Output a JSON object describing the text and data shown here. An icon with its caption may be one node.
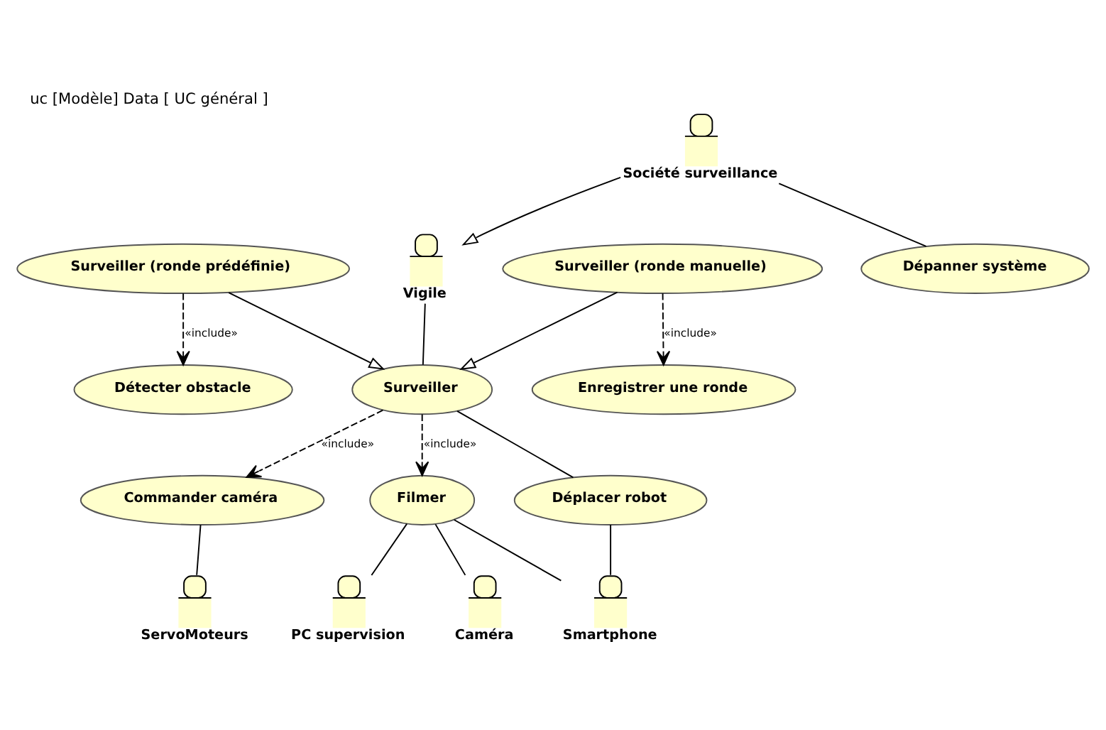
{
  "diagram": {
    "title": "uc [Modèle] Data [ UC général ]",
    "nodes": [
      {
        "text": [
          "Commander caméra"
        ]
      },
      {
        "text": [
          "ServoMoteurs"
        ]
      },
      {
        "text": [
          "Filmer"
        ]
      },
      {
        "text": [
          "Vigile"
        ]
      },
      {
        "text": [
          "Caméra"
        ]
      },
      {
        "text": [
          "Surveiller"
        ]
      },
      {
        "text": [
          "Déplacer robot"
        ]
      },
      {
        "text": [
          "PC supervision"
        ]
      },
      {
        "text": [
          "Surveiller (ronde prédéfinie)"
        ]
      },
      {
        "text": [
          "Surveiller (ronde manuelle)"
        ]
      },
      {
        "text": [
          "Enregistrer une ronde"
        ]
      },
      {
        "text": [
          "Smartphone"
        ]
      },
      {
        "text": [
          "Société surveillance"
        ]
      },
      {
        "text": [
          "Détecter obstacle"
        ]
      },
      {
        "text": [
          "Dépanner système"
        ]
      }
    ],
    "edges": [
      {
        "from": 3,
        "to": 5,
        "arrow": "none"
      },
      {
        "from": 5,
        "to": 0,
        "arrow": "to",
        "style": "dashed",
        "label": "«include»"
      },
      {
        "from": 5,
        "to": 2,
        "arrow": "to",
        "style": "dashed",
        "label": "«include»"
      },
      {
        "from": 0,
        "to": 1,
        "arrow": "none"
      },
      {
        "from": 2,
        "to": 4,
        "arrow": "none"
      },
      {
        "from": 2,
        "to": 7,
        "arrow": "none"
      },
      {
        "from": 2,
        "to": 11,
        "arrow": "none"
      },
      {
        "from": 5,
        "to": 6,
        "arrow": "none"
      },
      {
        "from": 6,
        "to": 11,
        "arrow": "none"
      },
      {
        "from": 8,
        "to": 5,
        "arrow": "to"
      },
      {
        "from": 9,
        "to": 5,
        "arrow": "to"
      },
      {
        "from": 8,
        "to": 13,
        "arrow": "to",
        "style": "dashed",
        "label": "«include»"
      },
      {
        "from": 9,
        "to": 10,
        "arrow": "to",
        "style": "dashed",
        "label": "«include»"
      },
      {
        "from": 12,
        "to": 3,
        "arrow": "to"
      },
      {
        "from": 12,
        "to": 14,
        "arrow": "none"
      }
    ]
  }
}
